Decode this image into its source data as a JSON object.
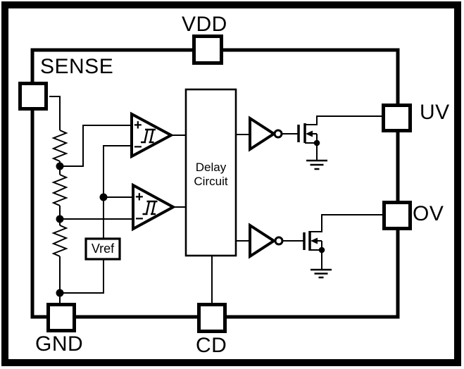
{
  "colors": {
    "ink": "#000000",
    "background": "#ffffff"
  },
  "pins": {
    "vdd": {
      "label": "VDD"
    },
    "sense": {
      "label": "SENSE"
    },
    "uv": {
      "label": "UV"
    },
    "ov": {
      "label": "OV"
    },
    "gnd": {
      "label": "GND"
    },
    "cd": {
      "label": "CD"
    }
  },
  "blocks": {
    "delay": {
      "line1": "Delay",
      "line2": "Circuit"
    },
    "vref": {
      "label": "Vref"
    }
  },
  "comparator": {
    "plus": "+",
    "minus": "−"
  }
}
